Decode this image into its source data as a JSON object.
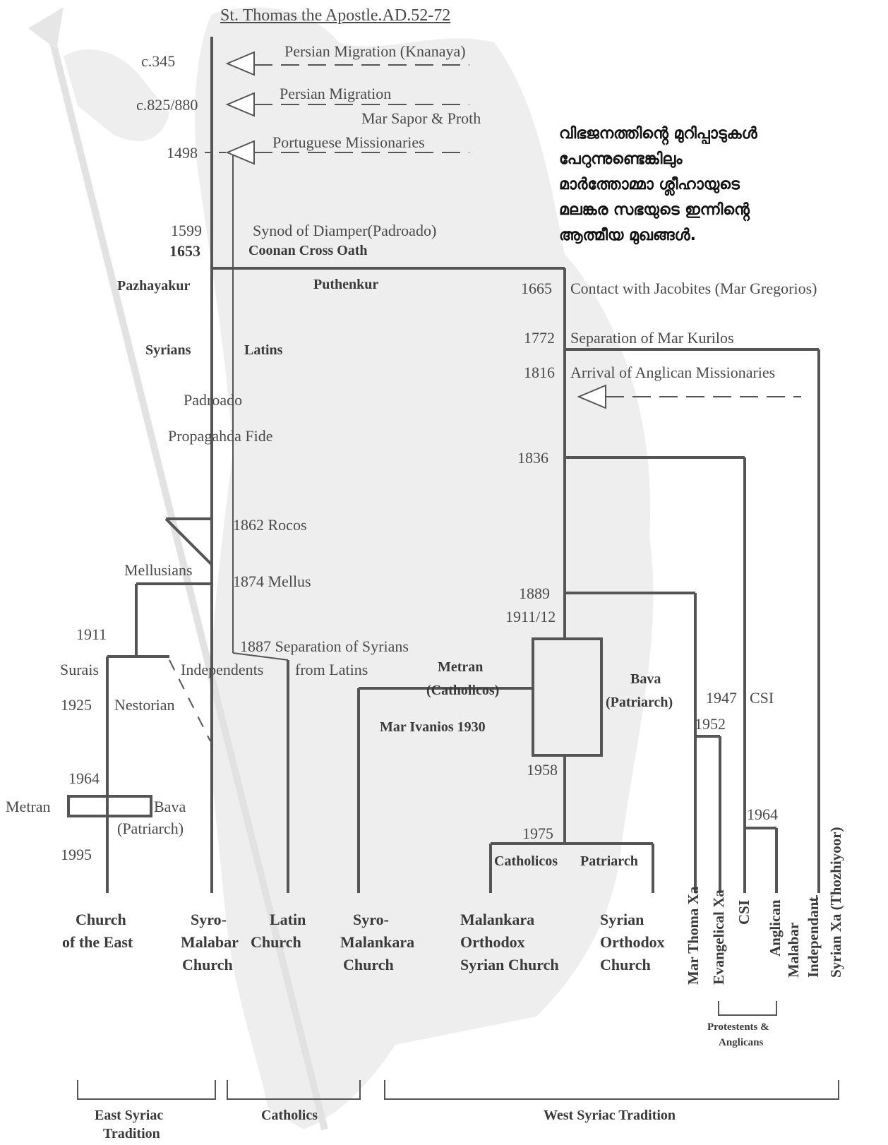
{
  "title": "St. Thomas the Apostle.AD.52-72",
  "malayalam_caption": [
    "വിഭജനത്തിൻ്റെ മുറിപ്പാടുകൾ",
    "പേറുന്നുണ്ടെങ്കിലും",
    "മാർത്തോമ്മാ ശ്ലീഹായുടെ",
    "മലങ്കര സഭയുടെ ഇന്നിൻ്റെ",
    "ആത്മീയ മുഖങ്ങൾ."
  ],
  "events": {
    "c345": "c.345",
    "persian_knanaya": "Persian Migration (Knanaya)",
    "c825": "c.825/880",
    "persian_migration": "Persian Migration",
    "sapor_proth": "Mar Sapor & Proth",
    "y1498": "1498",
    "portuguese": "Portuguese Missionaries",
    "y1599": "1599",
    "diamper": "Synod of Diamper(Padroado)",
    "y1653": "1653",
    "coonan": "Coonan Cross Oath",
    "pazhayakur": "Pazhayakur",
    "puthenkur": "Puthenkur",
    "y1665": "1665",
    "jacobites": "Contact with Jacobites (Mar Gregorios)",
    "y1772": "1772",
    "kurilos": "Separation of Mar Kurilos",
    "y1816": "1816",
    "anglican_arrival": "Arrival of Anglican Missionaries",
    "syrians": "Syrians",
    "latins": "Latins",
    "padroado": "Padroado",
    "propaganda": "Propagahda Fide",
    "y1836": "1836",
    "rocos": "1862 Rocos",
    "mellusians": "Mellusians",
    "mellus": "1874 Mellus",
    "y1889": "1889",
    "y1911_12": "1911/12",
    "y1911": "1911",
    "separation_syrians": "1887 Separation of Syrians",
    "from_latins": "from Latins",
    "surais": "Surais",
    "independents": "Independents",
    "metran_catholicos_1": "Metran",
    "metran_catholicos_2": "(Catholicos)",
    "bava_patriarch_1": "Bava",
    "bava_patriarch_2": "(Patriarch)",
    "y1925": "1925",
    "nestorian": "Nestorian",
    "y1947": "1947",
    "csi_1947": "CSI",
    "y1952": "1952",
    "ivanios": "Mar Ivanios 1930",
    "y1958": "1958",
    "y1964a": "1964",
    "metran_left": "Metran",
    "bava_left": "Bava",
    "patriarch_left": "(Patriarch)",
    "y1964b": "1964",
    "y1975": "1975",
    "catholicos": "Catholicos",
    "patriarch": "Patriarch",
    "y1995": "1995"
  },
  "churches": {
    "coe": [
      "Church",
      "of the East"
    ],
    "syro_malabar": [
      "Syro-",
      "Malabar",
      "Church"
    ],
    "latin": [
      "Latin",
      "Church"
    ],
    "syro_malankara": [
      "Syro-",
      "Malankara",
      "Church"
    ],
    "malankara_orthodox": [
      "Malankara",
      "Orthodox",
      "Syrian Church"
    ],
    "syrian_orthodox": [
      "Syrian",
      "Orthodox",
      "Church"
    ],
    "mar_thoma": "Mar Thoma Xa",
    "evangelical": "Evangelical Xa",
    "csi": "CSI",
    "anglican": "Anglican",
    "malabar_independant": [
      "Malabar",
      "Independant"
    ],
    "thozhiyoor": "Syrian Xa (Thozhiyoor)"
  },
  "groups": {
    "east_syriac": [
      "East Syriac",
      "Tradition"
    ],
    "catholics": "Catholics",
    "west_syriac": "West Syriac Tradition",
    "protestants": [
      "Protestents &",
      "Anglicans"
    ]
  },
  "colors": {
    "line": "#555555",
    "text": "#4a4a4a",
    "statue": "#ececec"
  }
}
